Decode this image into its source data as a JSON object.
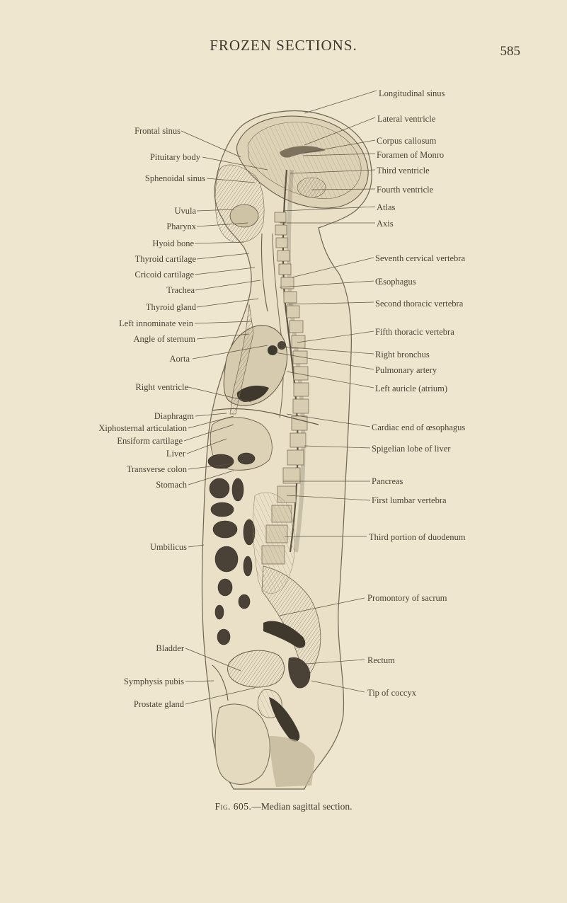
{
  "header": {
    "running_head": "FROZEN SECTIONS.",
    "page_number": "585"
  },
  "left_labels": [
    "Frontal sinus",
    "Pituitary body",
    "Sphenoidal sinus",
    "Uvula",
    "Pharynx",
    "Hyoid bone",
    "Thyroid cartilage",
    "Cricoid cartilage",
    "Trachea",
    "Thyroid gland",
    "Left innominate vein",
    "Angle of sternum",
    "Aorta",
    "Right ventricle",
    "Diaphragm",
    "Xiphosternal articulation",
    "Ensiform cartilage",
    "Liver",
    "Transverse colon",
    "Stomach",
    "Umbilicus",
    "Bladder",
    "Symphysis pubis",
    "Prostate gland"
  ],
  "right_labels": [
    "Longitudinal sinus",
    "Lateral ventricle",
    "Corpus callosum",
    "Foramen of Monro",
    "Third ventricle",
    "Fourth ventricle",
    "Atlas",
    "Axis",
    "Seventh cervical vertebra",
    "Œsophagus",
    "Second thoracic vertebra",
    "Fifth thoracic vertebra",
    "Right bronchus",
    "Pulmonary artery",
    "Left auricle (atrium)",
    "Cardiac end of œsophagus",
    "Spigelian lobe of liver",
    "Pancreas",
    "First lumbar vertebra",
    "Third portion of duodenum",
    "Promontory of sacrum",
    "Rectum",
    "Tip of coccyx"
  ],
  "caption": {
    "fig_number": "Fig. 605.",
    "text": "—Median sagittal section."
  }
}
